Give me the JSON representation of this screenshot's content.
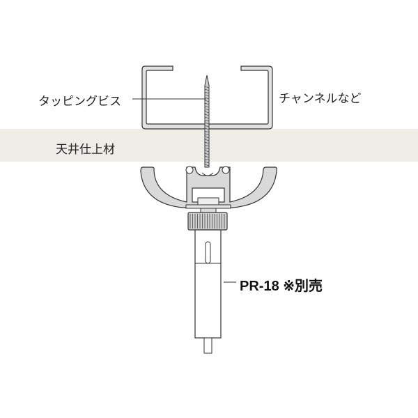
{
  "labels": {
    "screw": "タッピングビス",
    "channel": "チャンネルなど",
    "ceiling": "天井仕上材",
    "product": "PR-18 ※別売"
  },
  "colors": {
    "ceiling": "#eeede8",
    "metal": "#d9d9d9",
    "stroke": "#333333"
  }
}
